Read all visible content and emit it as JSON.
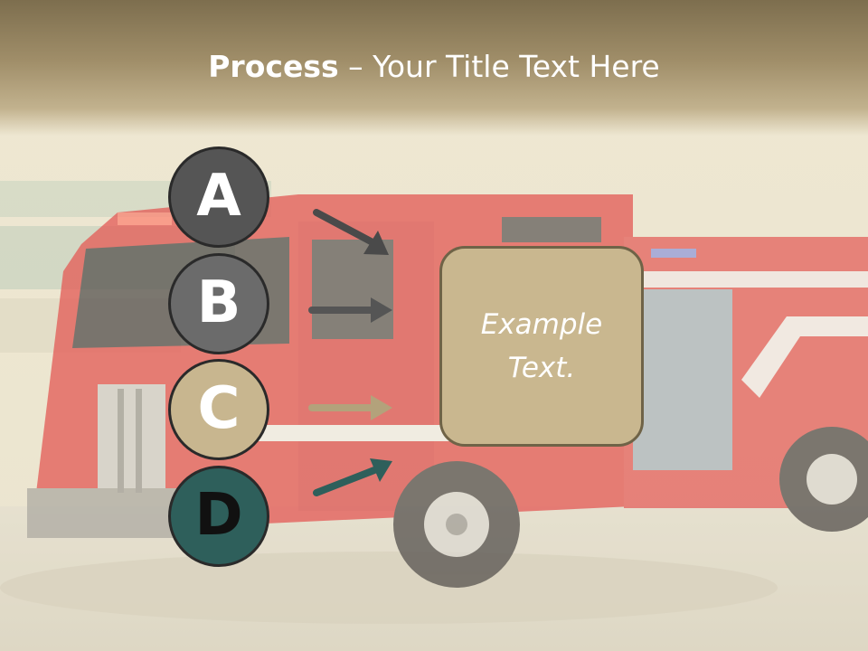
{
  "slide": {
    "title_bold": "Process",
    "title_rest": " – Your Title Text Here",
    "background": "fire-truck-photo"
  },
  "steps": [
    {
      "label": "A",
      "fill": "#555555",
      "text_color": "#ffffff",
      "arrow_color": "#4a4a4a"
    },
    {
      "label": "B",
      "fill": "#6b6b6b",
      "text_color": "#ffffff",
      "arrow_color": "#555555"
    },
    {
      "label": "C",
      "fill": "#c8b68f",
      "text_color": "#ffffff",
      "arrow_color": "#b3a27b"
    },
    {
      "label": "D",
      "fill": "#2e5f5b",
      "text_color": "#111111",
      "arrow_color": "#2e5f5b"
    }
  ],
  "box": {
    "text": "Example Text.",
    "fill": "#c9b78f",
    "border": "#6f6347"
  }
}
